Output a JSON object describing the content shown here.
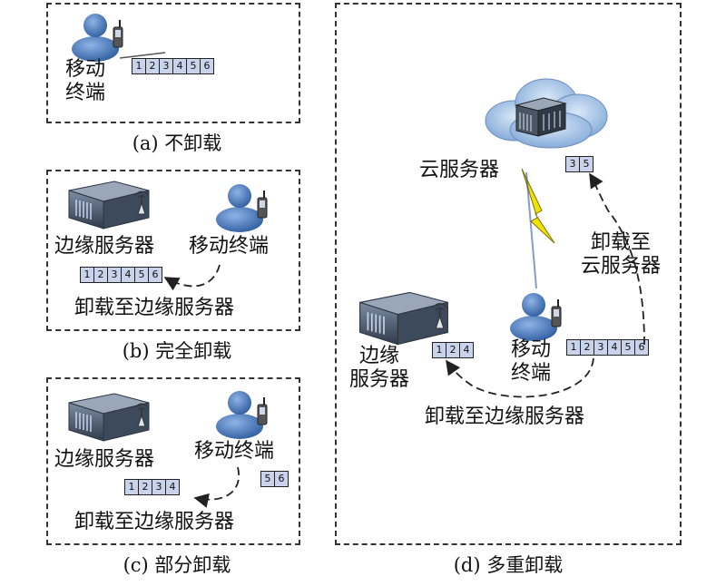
{
  "panel_a": {
    "caption": "(a) 不卸载",
    "device_label_line1": "移动",
    "device_label_line2": "终端",
    "tasks": [
      "1",
      "2",
      "3",
      "4",
      "5",
      "6"
    ]
  },
  "panel_b": {
    "caption": "(b) 完全卸载",
    "server_label": "边缘服务器",
    "device_label": "移动终端",
    "tasks": [
      "1",
      "2",
      "3",
      "4",
      "5",
      "6"
    ],
    "arrow_label": "卸载至边缘服务器"
  },
  "panel_c": {
    "caption": "(c) 部分卸载",
    "server_label": "边缘服务器",
    "device_label": "移动终端",
    "offloaded_tasks": [
      "1",
      "2",
      "3",
      "4"
    ],
    "local_tasks": [
      "5",
      "6"
    ],
    "arrow_label": "卸载至边缘服务器"
  },
  "panel_d": {
    "caption": "(d) 多重卸载",
    "cloud_label": "云服务器",
    "cloud_tasks": [
      "3",
      "5"
    ],
    "cloud_arrow_label_line1": "卸载至",
    "cloud_arrow_label_line2": "云服务器",
    "server_label_line1": "边缘",
    "server_label_line2": "服务器",
    "edge_tasks": [
      "1",
      "2",
      "4"
    ],
    "device_label_line1": "移动",
    "device_label_line2": "终端",
    "device_tasks": [
      "1",
      "2",
      "3",
      "4",
      "5",
      "6"
    ],
    "edge_arrow_label": "卸载至边缘服务器"
  },
  "colors": {
    "task_fill": "#c9d3ec",
    "person": "#3b6cb0",
    "server": "#4a5a70",
    "cloud": "#a9c6ea",
    "lightning": "#f2e200"
  }
}
